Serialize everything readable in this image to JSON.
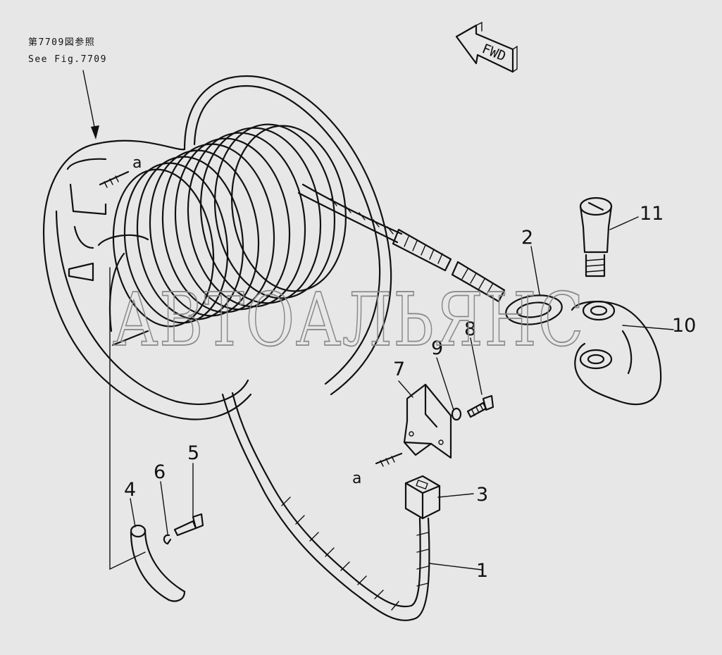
{
  "reference": {
    "line_jp": "第7709図参照",
    "line_en": "See Fig.7709"
  },
  "direction_marker": "FWD",
  "connection_label": "a",
  "watermark": "АВТОАЛЬЯНС",
  "callouts": [
    "1",
    "2",
    "3",
    "4",
    "5",
    "6",
    "7",
    "8",
    "9",
    "10",
    "11"
  ],
  "colors": {
    "background": "#e7e7e7",
    "ink": "#111111",
    "watermark": "#8a8a8a"
  }
}
